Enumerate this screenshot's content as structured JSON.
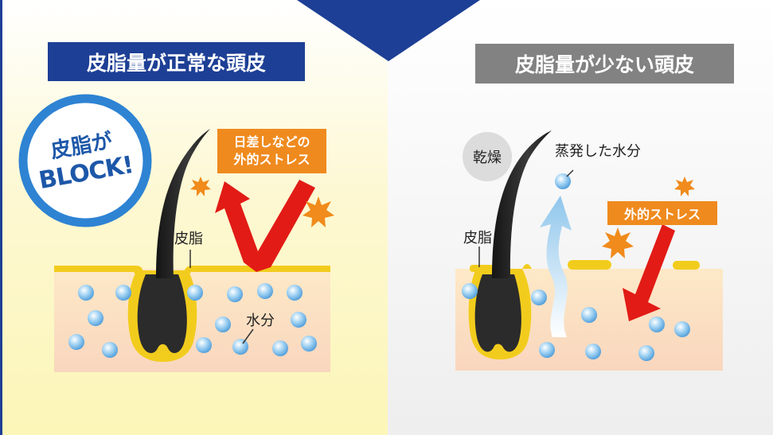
{
  "colors": {
    "left_panel_bg": "#fdf9c4",
    "right_panel_bg": "#f2f2f2",
    "header_blue": "#1d3f95",
    "header_gray": "#828282",
    "circle_blue": "#2e83d3",
    "sebum_yellow": "#f2cc1d",
    "skin": "#fbe3c4",
    "water_drop": "#8ec8ef",
    "stress_orange": "#ef8a1e",
    "arrow_red": "#e21b16",
    "hair": "#2a2a2a",
    "burst": "#f08b1c"
  },
  "left": {
    "title": "皮脂量が正常な頭皮",
    "badge_line1": "皮脂が",
    "badge_line2": "BLOCK!",
    "stress_line1": "日差しなどの",
    "stress_line2": "外的ストレス",
    "sebum_label": "皮脂",
    "water_label": "水分"
  },
  "right": {
    "title": "皮脂量が少ない頭皮",
    "dry_label": "乾燥",
    "evap_label": "蒸発した水分",
    "stress_label": "外的ストレス",
    "sebum_label": "皮脂"
  }
}
